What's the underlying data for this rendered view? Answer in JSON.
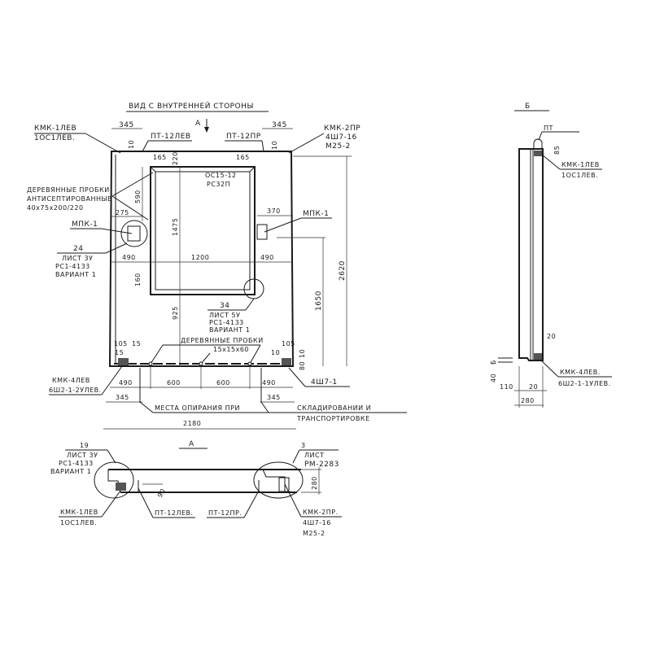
{
  "front_view": {
    "title": "ВИД С ВНУТРЕННЕЙ СТОРОНЫ",
    "section_mark": "А",
    "kmk1_label": "КМК-1ЛЕВ",
    "kmk1_sub": "1ОС1ЛЕВ.",
    "pt12_left": "ПТ-12ЛЕВ",
    "pt12_right": "ПТ-12ПР",
    "kmk2_label": "КМК-2ПР",
    "kmk2_sub1": "4Ш7-16",
    "kmk2_sub2": "М25-2",
    "wood_plugs_1": "ДЕРЕВЯННЫЕ ПРОБКИ",
    "wood_plugs_2": "АНТИСЕПТИРОВАННЫЕ",
    "wood_plugs_3": "40х75х200/220",
    "mpk_left": "МПК-1",
    "mpk_right": "МПК-1",
    "ref24_num": "24",
    "ref24_sheet": "ЛИСТ 3У",
    "ref24_series": "РС1-4133",
    "ref24_variant": "ВАРИАНТ 1",
    "window_mark": "ОС15-12",
    "window_mark2": "РС32П",
    "ref34_num": "34",
    "ref34_sheet": "ЛИСТ 5У",
    "ref34_series": "РС1-4133",
    "ref34_variant": "ВАРИАНТ 1",
    "wood_plugs_bottom": "ДЕРЕВЯННЫЕ ПРОБКИ",
    "wood_plugs_bottom_size": "15х15х60",
    "kmk4_label": "КМК-4ЛЕВ",
    "kmk4_sub": "6Ш2-1-2УЛЕВ.",
    "sh7_label": "4Ш7-1",
    "support_1": "МЕСТА ОПИРАНИЯ ПРИ",
    "support_2": "СКЛАДИРОВАНИИ И",
    "support_3": "ТРАНСПОРТИРОВКЕ",
    "dims": {
      "top_left_345": "345",
      "top_right_345": "345",
      "d10_left": "10",
      "d10_right": "10",
      "d165_left": "165",
      "d165_right": "165",
      "d220": "220",
      "d590": "590",
      "d275": "275",
      "d370": "370",
      "d1475": "1475",
      "d490_left": "490",
      "d1200": "1200",
      "d490_right": "490",
      "d160": "160",
      "d925": "925",
      "d1650": "1650",
      "d2620": "2620",
      "d105_left": "105",
      "d15_a": "15",
      "d15_b": "15",
      "d105_right": "105",
      "d10_bot": "10",
      "d10_v": "10",
      "d80": "80",
      "b490_left": "490",
      "b600_a": "600",
      "b600_b": "600",
      "b490_right": "490",
      "b345_left": "345",
      "b345_right": "345",
      "d2180": "2180"
    }
  },
  "side_view": {
    "title": "Б",
    "pt_label": "ПТ",
    "d85": "85",
    "kmk1_label": "КМК-1ЛЕВ",
    "kmk1_sub": "1ОС1ЛЕВ.",
    "d20_a": "20",
    "kmk4_label": "КМК-4ЛЕВ.",
    "kmk4_sub": "6Ш2-1-1УЛЕВ.",
    "d40": "40",
    "b_mark": "Б",
    "d110": "110",
    "d20_b": "20",
    "d280": "280"
  },
  "section_a": {
    "title": "А",
    "ref19_num": "19",
    "ref19_sheet": "ЛИСТ 3У",
    "ref19_series": "РС1-4133",
    "ref19_variant": "ВАРИАНТ 1",
    "ref3_num": "3",
    "ref3_sheet": "ЛИСТ",
    "ref3_series": "РМ-2283",
    "d280": "280",
    "d90": "90",
    "kmk1_label": "КМК-1ЛЕВ",
    "kmk1_sub": "1ОС1ЛЕВ.",
    "pt12_left": "ПТ-12ЛЕВ.",
    "pt12_right": "ПТ-12ПР.",
    "kmk2_label": "КМК-2ПР.",
    "kmk2_sub1": "4Ш7-16",
    "kmk2_sub2": "М25-2"
  }
}
